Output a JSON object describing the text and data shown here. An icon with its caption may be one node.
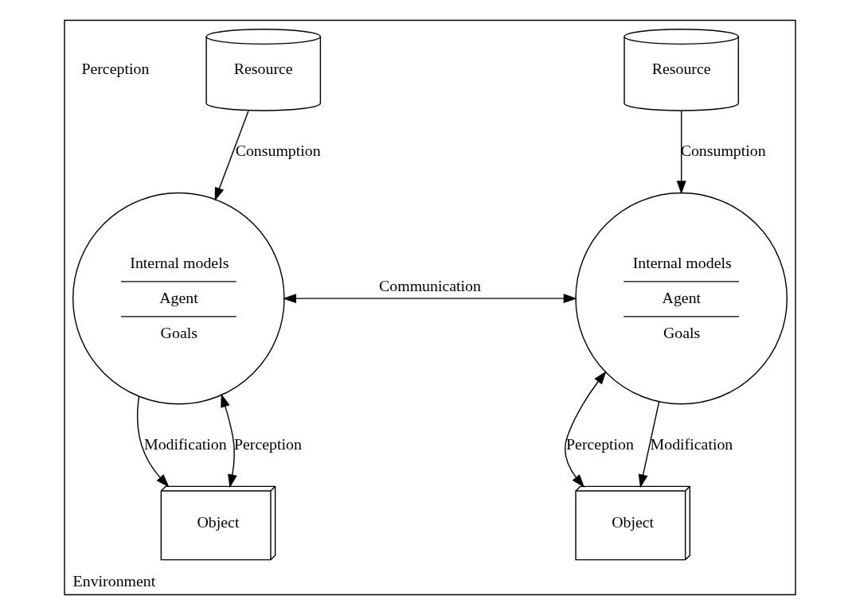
{
  "diagram": {
    "nodes": [
      {
        "text": [
          "Environment"
        ]
      },
      {
        "text": [
          "Internal models",
          "Agent",
          "Goals"
        ],
        "in": 0
      },
      {
        "text": [
          "Internal models",
          "Agent",
          "Goals"
        ],
        "in": 0
      },
      {
        "text": [
          "Object"
        ],
        "in": 0
      },
      {
        "text": [
          "Object"
        ],
        "in": 0
      },
      {
        "text": [
          "Resource"
        ],
        "in": 0
      },
      {
        "text": [
          "Resource"
        ],
        "in": 0
      }
    ],
    "edges": [
      {
        "from": 1,
        "to": 2,
        "arrow": "both",
        "label": "Communication"
      },
      {
        "from": 1,
        "to": 3,
        "arrow": "to",
        "label": "Modification"
      },
      {
        "from": 1,
        "to": 3,
        "arrow": "both",
        "label": "Perception"
      },
      {
        "from": 5,
        "to": 1,
        "arrow": "to",
        "label": "Consumption"
      },
      {
        "from": 2,
        "to": 4,
        "arrow": "both",
        "label": "Perception"
      },
      {
        "from": 2,
        "to": 4,
        "arrow": "to",
        "label": "Modification"
      },
      {
        "from": 6,
        "to": 2,
        "arrow": "to",
        "label": "Consumption"
      }
    ],
    "labels": [
      "Perception"
    ]
  }
}
